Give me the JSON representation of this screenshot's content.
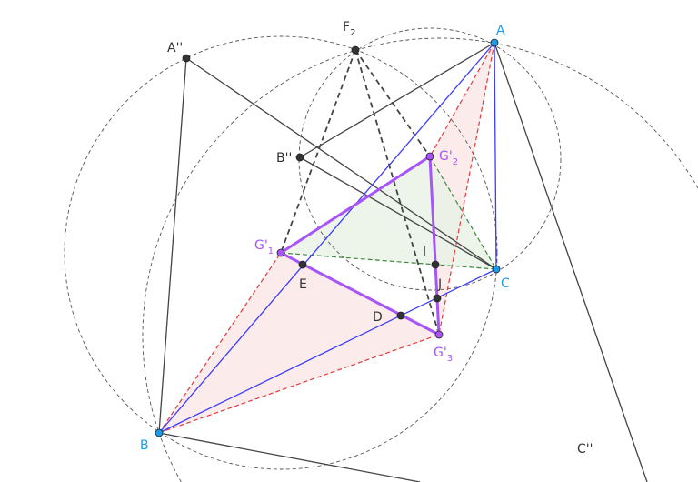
{
  "colors": {
    "vertex": "#1e9be8",
    "point": "#333333",
    "purple": "#a855f7",
    "blue": "#3b3bff",
    "red": "#e23b3b",
    "green": "#3a8a3a",
    "pink_fill": "#f9e3e3",
    "green_fill": "#e8f2e6"
  },
  "labels": {
    "A": "A",
    "B": "B",
    "C": "C",
    "F2": "F",
    "F2_sub": "2",
    "A2": "A''",
    "B2": "B''",
    "C2": "C''",
    "G1": "G'",
    "G1_sub": "1",
    "G2": "G'",
    "G2_sub": "2",
    "G3": "G'",
    "G3_sub": "3",
    "I": "I",
    "J": "J",
    "E": "E",
    "D": "D"
  }
}
